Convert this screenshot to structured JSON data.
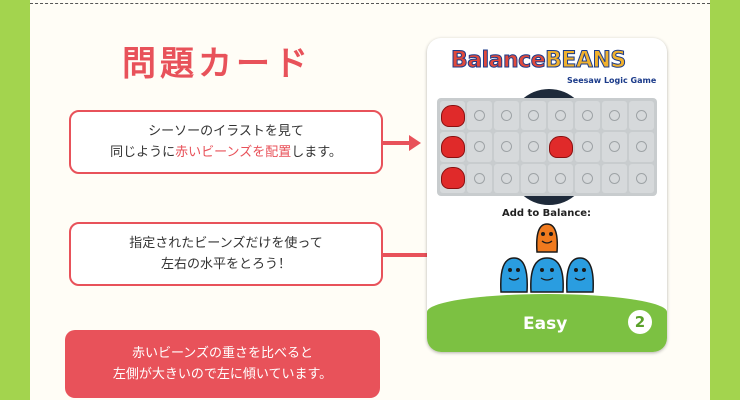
{
  "title": "問題カード",
  "callout1": {
    "line1": "シーソーのイラストを見て",
    "line2_before": "同じように",
    "line2_highlight": "赤いビーンズを配置",
    "line2_after": "します。"
  },
  "callout2": {
    "line1": "指定されたビーンズだけを使って",
    "line2": "左右の水平をとろう！"
  },
  "note": {
    "line1": "赤いビーンズの重さを比べると",
    "line2": "左側が大きいので左に傾いています。"
  },
  "card": {
    "logo_part1": "Balance",
    "logo_part2": "BEANS",
    "subtitle": "Seesaw Logic Game",
    "add_label": "Add to Balance:",
    "difficulty": "Easy",
    "number": "2"
  },
  "colors": {
    "background": "#a3d44e",
    "accent": "#e8525a",
    "card_footer": "#7cc142"
  }
}
